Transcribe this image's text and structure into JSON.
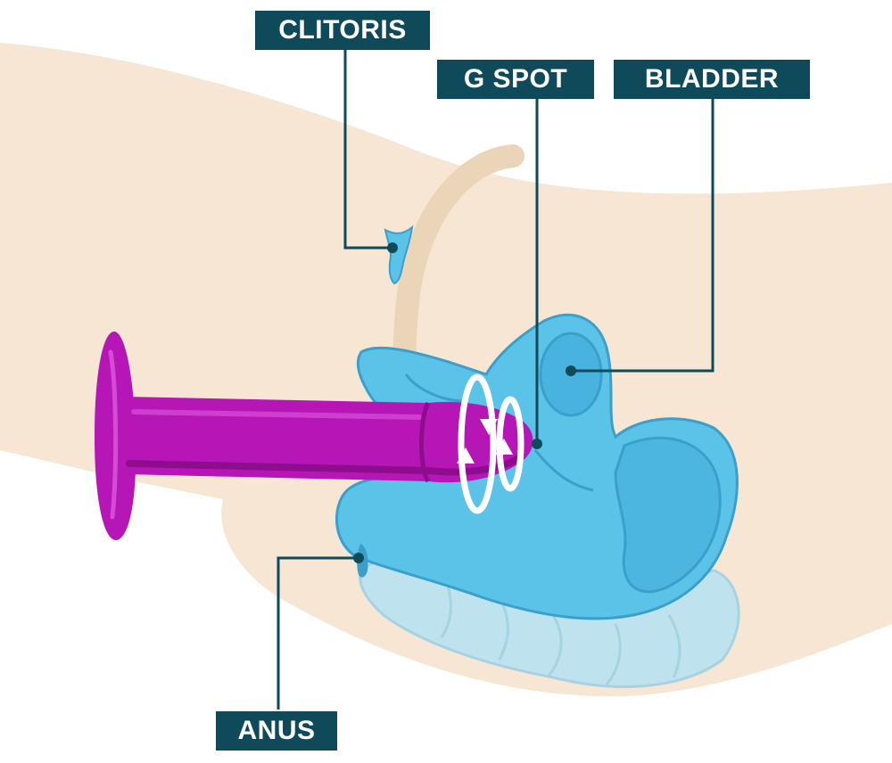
{
  "labels": {
    "clitoris": "CLITORIS",
    "g_spot": "G SPOT",
    "bladder": "BLADDER",
    "anus": "ANUS"
  },
  "colors": {
    "background": "#ffffff",
    "body_skin": "#f6e6d3",
    "organ_blue": "#5bc2e8",
    "organ_blue_dark": "#3b9fcc",
    "toy_magenta": "#b616b6",
    "toy_magenta_dark": "#8e0d8e",
    "intestine_light": "#bfe2ef",
    "label_bg": "#0f4a5b",
    "leader_line": "#0f4a5b",
    "motion_arrows": "#ffffff"
  }
}
